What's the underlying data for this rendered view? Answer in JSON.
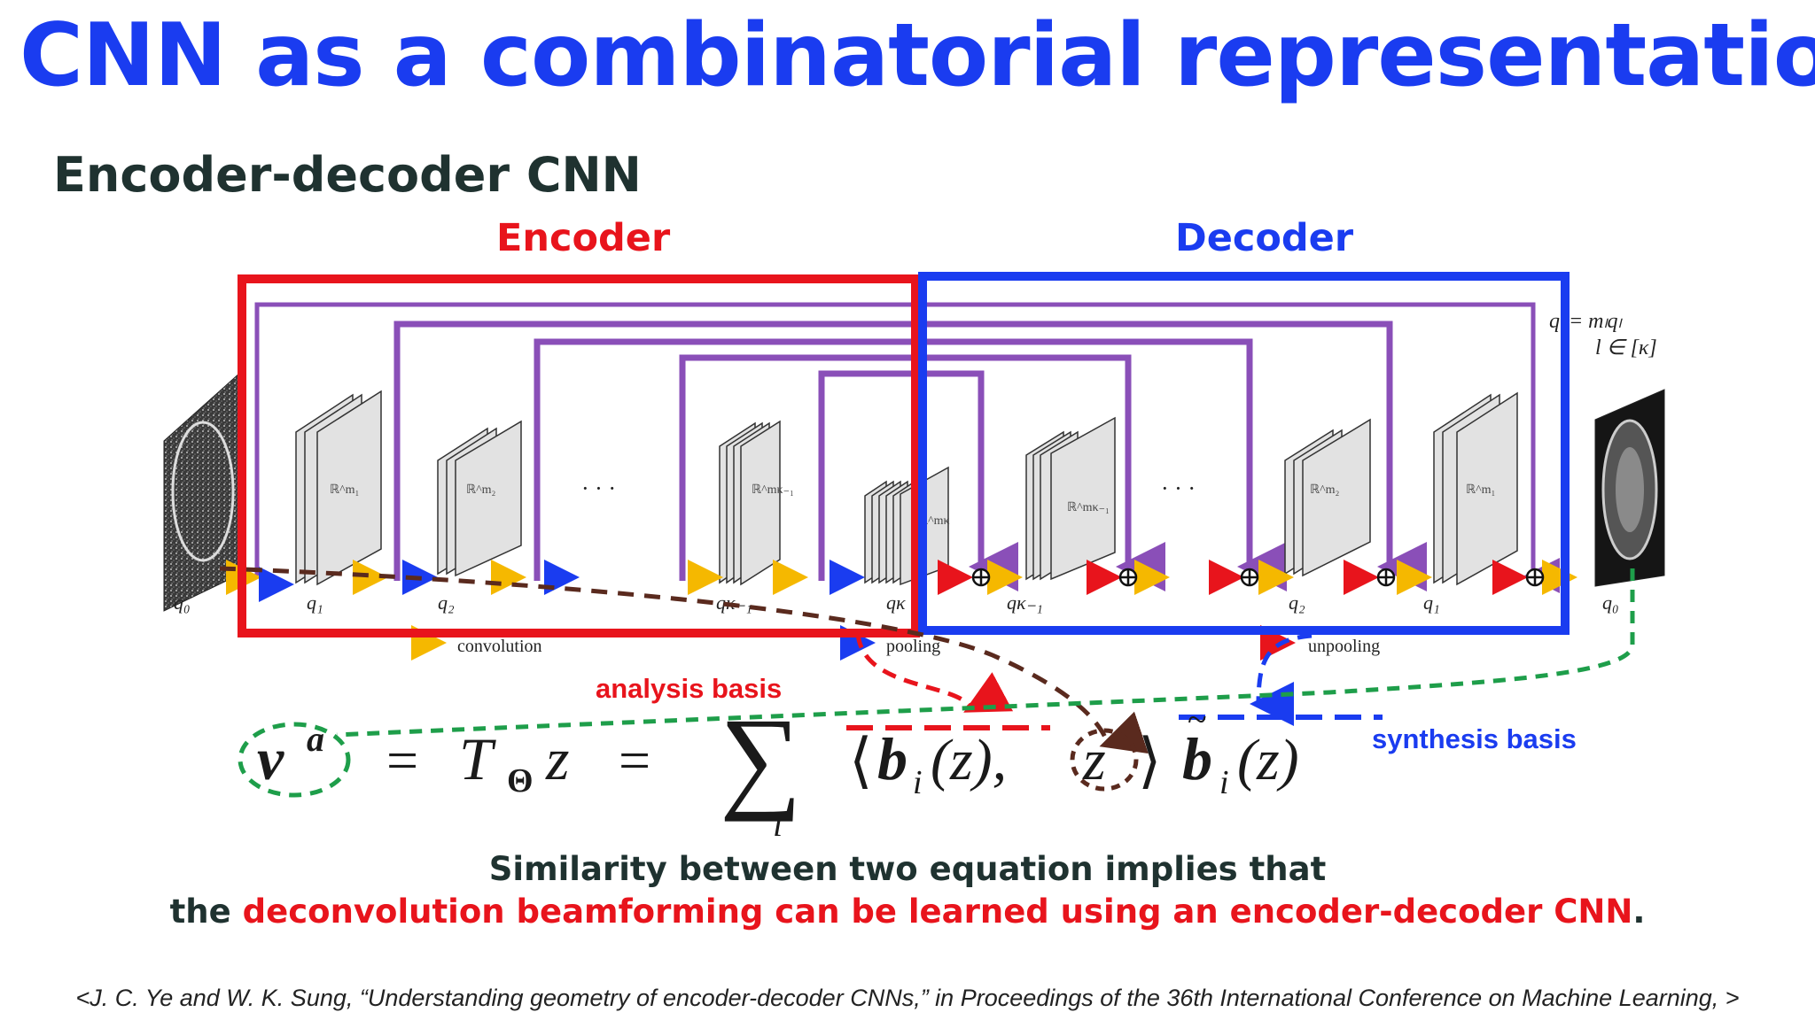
{
  "slide": {
    "title": "CNN as a combinatorial representation",
    "subtitle": "Encoder-decoder CNN"
  },
  "diagram": {
    "encoder_label": "Encoder",
    "decoder_label": "Decoder",
    "constraint_line1": "qₗ = mₗqₗ",
    "constraint_line2": "l ∈ [κ]",
    "dots": "· · ·",
    "encoder_stages": [
      {
        "tick": "q₀",
        "block": ""
      },
      {
        "tick": "q₁",
        "block": "ℝ^m₁"
      },
      {
        "tick": "q₂",
        "block": "ℝ^m₂"
      },
      {
        "tick": "qκ₋₁",
        "block": "ℝ^mκ₋₁"
      },
      {
        "tick": "qκ",
        "block": "ℝ^mκ"
      }
    ],
    "decoder_stages": [
      {
        "tick": "qκ₋₁",
        "block": "ℝ^mκ₋₁"
      },
      {
        "tick": "q₂",
        "block": "ℝ^m₂"
      },
      {
        "tick": "q₁",
        "block": "ℝ^m₁"
      },
      {
        "tick": "q₀",
        "block": ""
      }
    ],
    "legend": {
      "convolution": "convolution",
      "pooling": "pooling",
      "unpooling": "unpooling"
    },
    "annotations": {
      "analysis_basis": "analysis basis",
      "synthesis_basis": "synthesis basis"
    },
    "colors": {
      "encoder": "#e8141c",
      "decoder": "#1a3cf0",
      "skip": "#8a4fb8",
      "conv_arrow": "#f5b800",
      "pool_arrow": "#1a3cf0",
      "unpool_arrow": "#e8141c",
      "green_link": "#1e9e4a",
      "brown_link": "#5a2a1e"
    }
  },
  "equation": {
    "lhs": "v",
    "lhs_sup": "a",
    "eq1": "=",
    "op": "T",
    "op_sub": "Θ",
    "var": "z",
    "eq2": "=",
    "sum": "∑",
    "sum_index": "i",
    "open": "⟨",
    "b": "b",
    "b_sub": "i",
    "arg": "(z),",
    "z": "z",
    "close": "⟩",
    "btilde": "b",
    "btilde_sub": "i",
    "btilde_arg": "(z)"
  },
  "conclusion": {
    "line1": "Similarity between two equation implies that",
    "line2_prefix": "the ",
    "line2_highlight": "deconvolution beamforming can be learned using an encoder-decoder CNN",
    "line2_suffix": "."
  },
  "citation": "<J. C. Ye and W. K. Sung, “Understanding geometry of encoder-decoder CNNs,” in Proceedings of the 36th International Conference on Machine Learning, >"
}
